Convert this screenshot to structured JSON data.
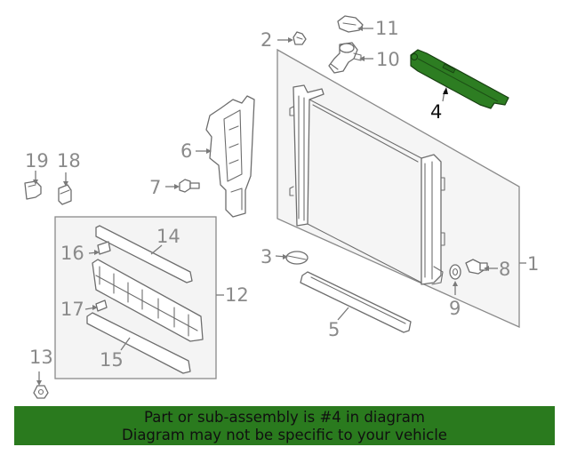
{
  "callouts": {
    "c1": "1",
    "c2": "2",
    "c3": "3",
    "c4": "4",
    "c5": "5",
    "c6": "6",
    "c7": "7",
    "c8": "8",
    "c9": "9",
    "c10": "10",
    "c11": "11",
    "c12": "12",
    "c13": "13",
    "c14": "14",
    "c15": "15",
    "c16": "16",
    "c17": "17",
    "c18": "18",
    "c19": "19"
  },
  "highlight": {
    "part_number": "4",
    "color": "#2d7d22"
  },
  "banner": {
    "line1": "Part or sub-assembly is #4 in diagram",
    "line2": "Diagram may not be specific to your vehicle",
    "background": "#2a7a1e"
  }
}
